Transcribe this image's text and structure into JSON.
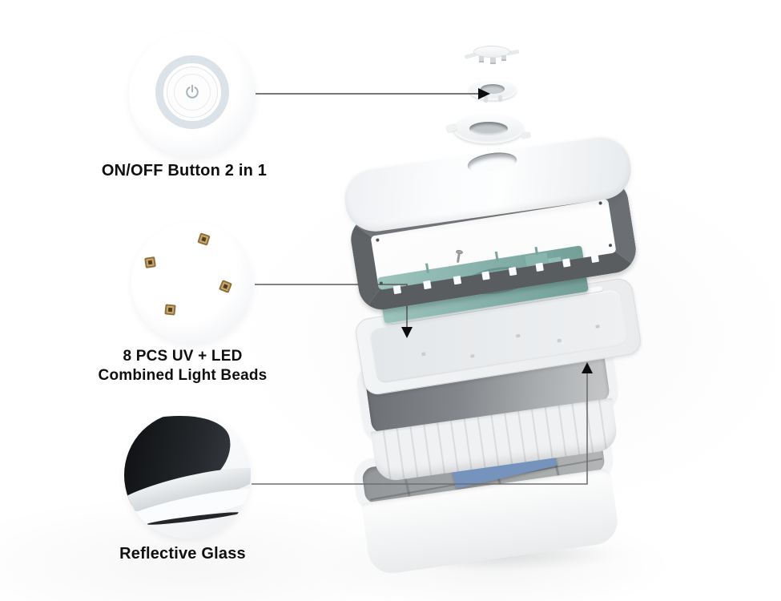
{
  "figure": {
    "type": "exploded-product-diagram",
    "background_color": "#ffffff",
    "callouts": [
      {
        "id": "power-button",
        "label": "ON/OFF Button 2 in 1"
      },
      {
        "id": "uv-led-beads",
        "label_line1": "8 PCS UV + LED",
        "label_line2": "Combined Light Beads"
      },
      {
        "id": "reflective-glass",
        "label": "Reflective Glass"
      }
    ],
    "colors": {
      "label_text": "#0f0f0f",
      "callout_line": "#5a5a5a",
      "arrowhead": "#0c0c0c",
      "frame_gray": "#66696d",
      "pcb_teal": "#86b1aa",
      "battery_blue": "#7593bc",
      "bin_interior_gray": "#84888c",
      "accent_ring": "#dbe2e8",
      "led_bead_gold": "#c9a76d"
    }
  }
}
